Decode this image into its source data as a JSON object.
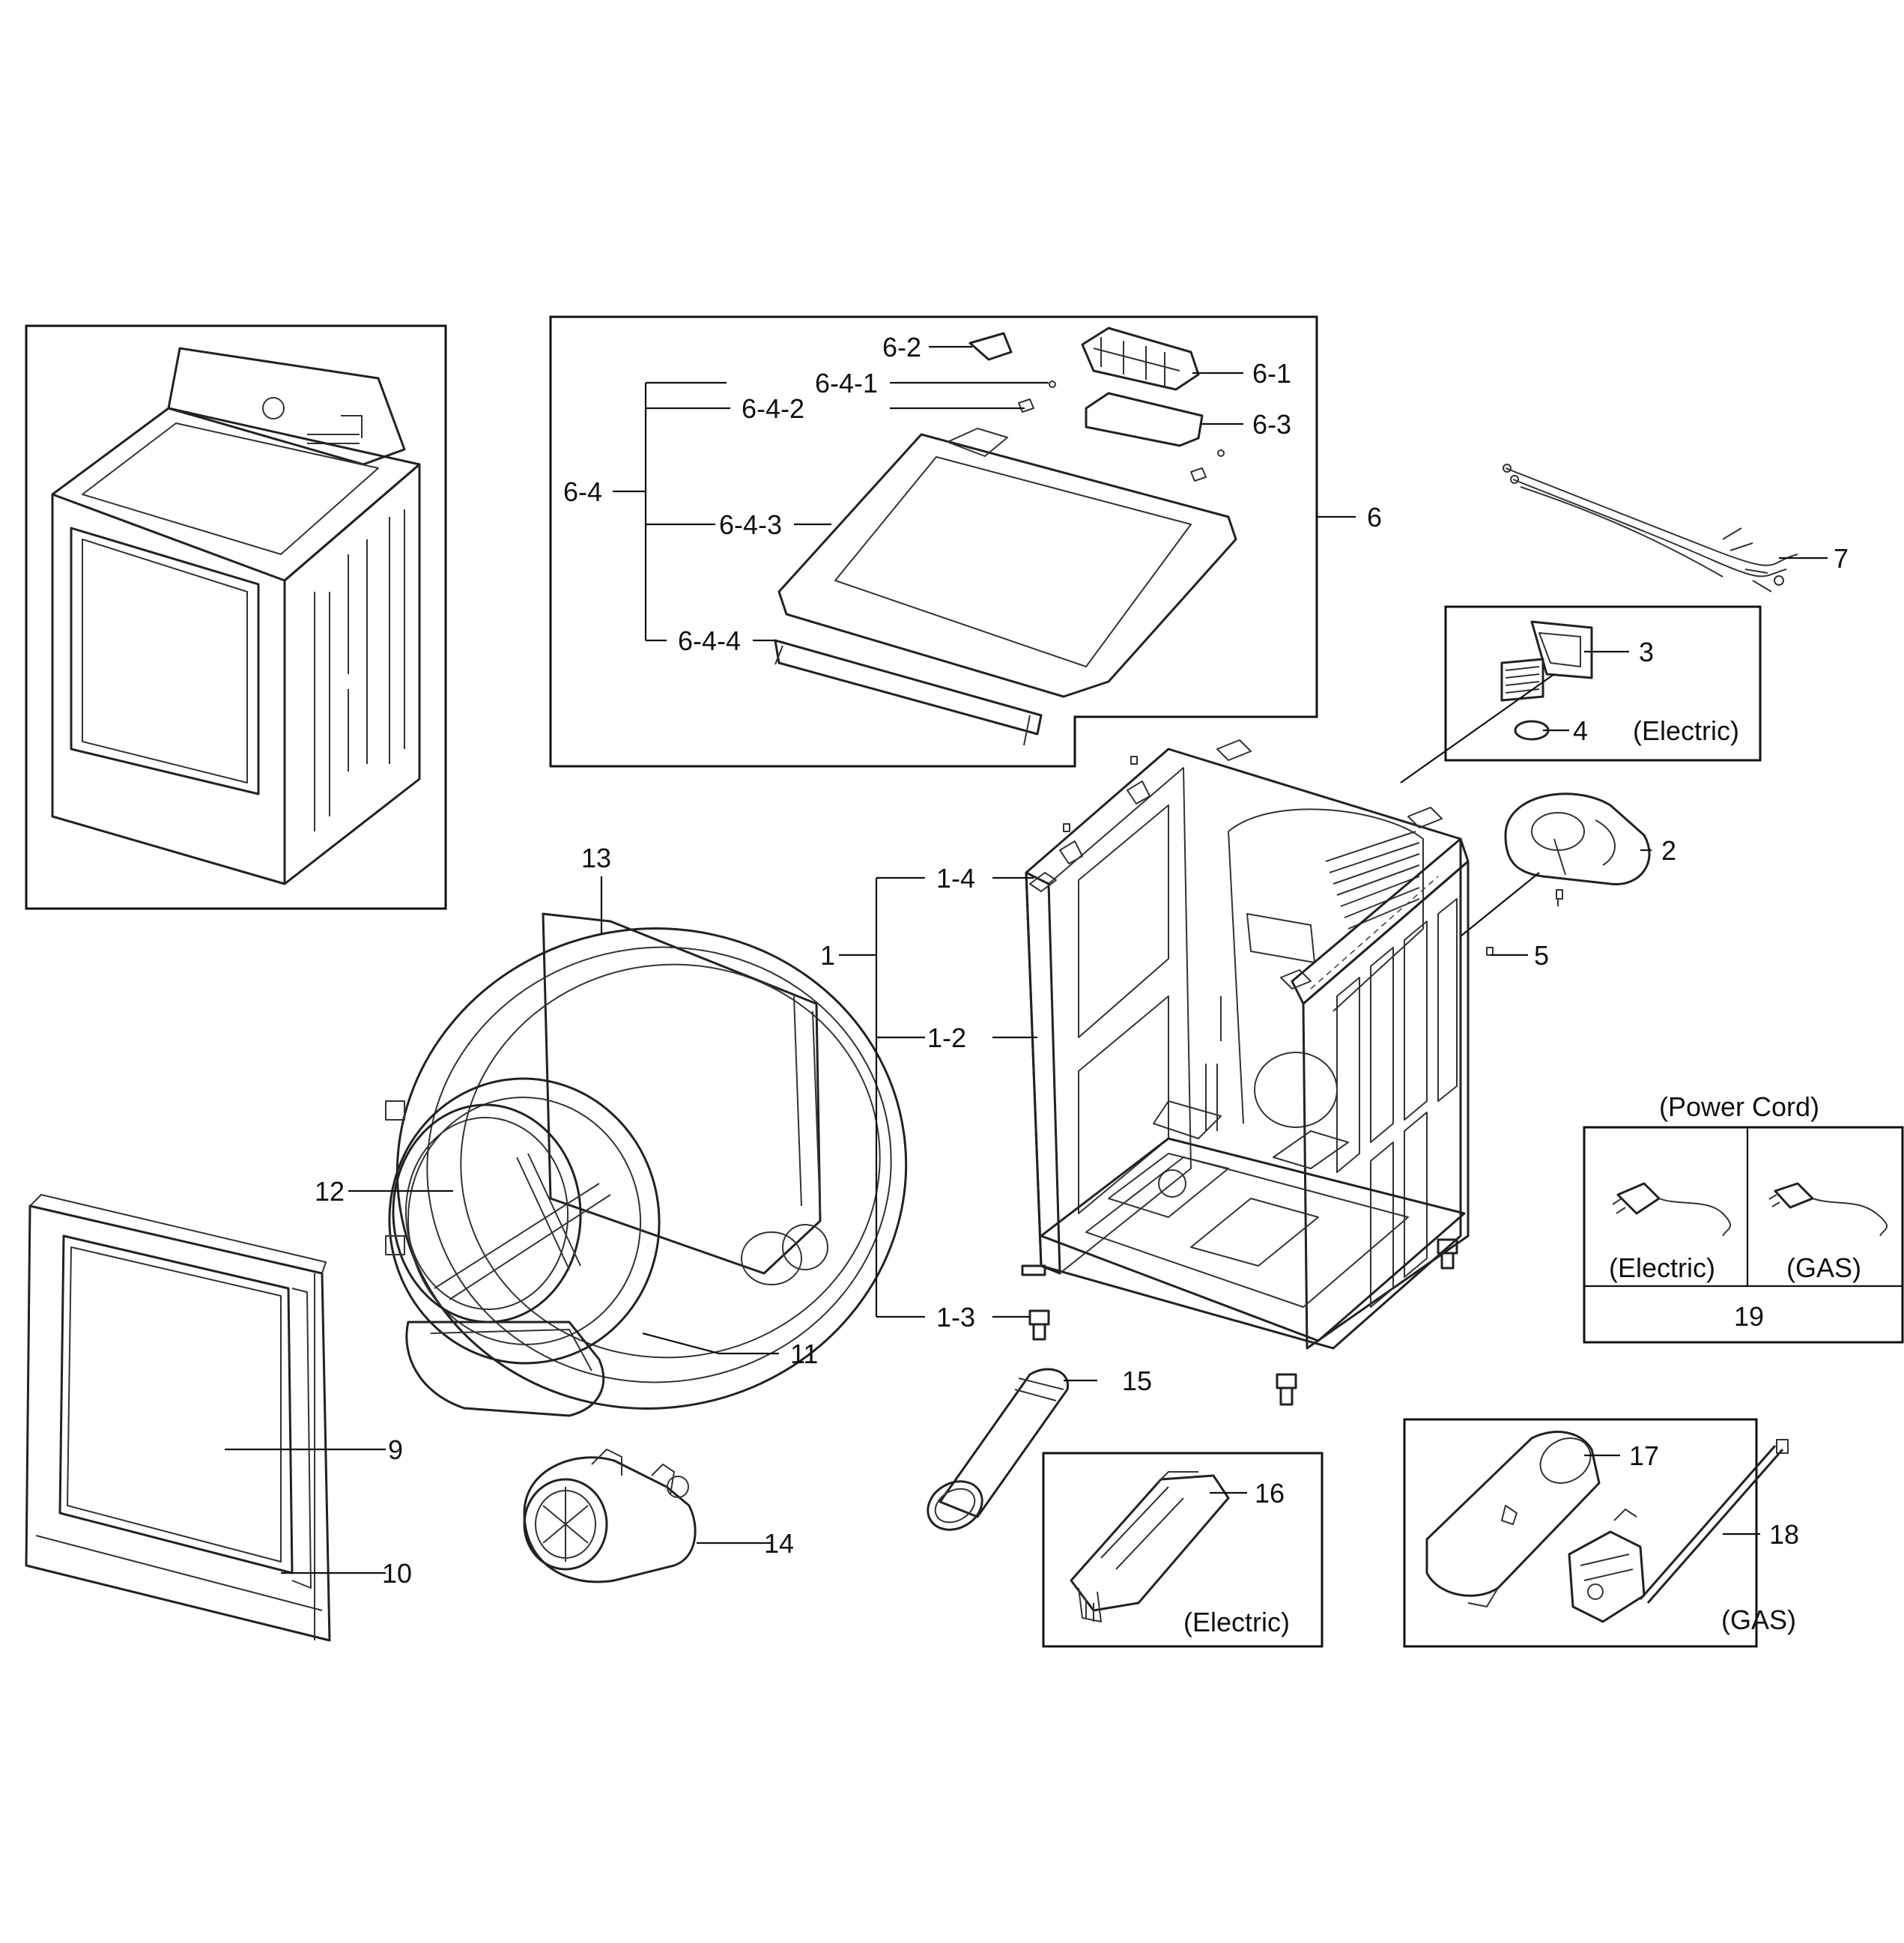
{
  "labels": {
    "l6_2": "6-2",
    "l6_1": "6-1",
    "l6_4_1": "6-4-1",
    "l6_4_2": "6-4-2",
    "l6_3": "6-3",
    "l6_4": "6-4",
    "l6": "6",
    "l6_4_3": "6-4-3",
    "l6_4_4": "6-4-4",
    "l7": "7",
    "l3": "3",
    "l4": "4",
    "l2": "2",
    "l5": "5",
    "l13": "13",
    "l1_4": "1-4",
    "l1": "1",
    "l1_2": "1-2",
    "l1_3": "1-3",
    "l12": "12",
    "l11": "11",
    "l9": "9",
    "l10": "10",
    "l14": "14",
    "l15": "15",
    "l16": "16",
    "l17": "17",
    "l18": "18",
    "l19": "19"
  },
  "captions": {
    "electric_3_4": "(Electric)",
    "power_cord": "(Power Cord)",
    "cord_electric": "(Electric)",
    "cord_gas": "(GAS)",
    "heater_electric": "(Electric)",
    "burner_gas": "(GAS)"
  }
}
